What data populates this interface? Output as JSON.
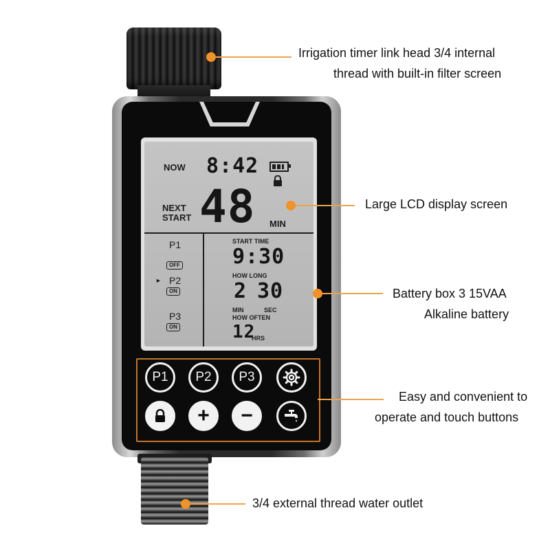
{
  "lcd": {
    "now_label": "NOW",
    "now_time": "8:42",
    "next_label_1": "NEXT",
    "next_label_2": "START",
    "next_value": "48",
    "next_unit": "MIN",
    "programs": [
      {
        "label": "P1",
        "state": "OFF"
      },
      {
        "label": "P2",
        "state": "ON"
      },
      {
        "label": "P3",
        "state": "ON"
      }
    ],
    "selected_marker": "►",
    "start_time_label": "START TIME",
    "start_time_value": "9:30",
    "how_long_label": "HOW LONG",
    "how_long_min": "2",
    "how_long_sec": "30",
    "min_label": "MIN",
    "sec_label": "SEC",
    "how_often_label": "HOW OFTEN",
    "how_often_value": "12",
    "how_often_unit": "HRS",
    "icons": [
      "battery-icon",
      "lock-icon"
    ]
  },
  "buttons": {
    "row1": [
      {
        "label": "P1"
      },
      {
        "label": "P2"
      },
      {
        "label": "P3"
      },
      {
        "icon": "gear-icon"
      }
    ],
    "row2": [
      {
        "icon": "lock-icon"
      },
      {
        "label": "+"
      },
      {
        "label": "−"
      },
      {
        "icon": "faucet-icon"
      }
    ]
  },
  "callouts": {
    "inlet": {
      "line1": "Irrigation timer link head 3/4 internal",
      "line2": "thread with built-in filter screen"
    },
    "lcd": {
      "line1": "Large LCD display screen"
    },
    "battery": {
      "line1": "Battery box 3 15VAA",
      "line2": "Alkaline battery"
    },
    "buttons": {
      "line1": "Easy and convenient to",
      "line2": "operate and touch buttons"
    },
    "outlet": {
      "line1": "3/4 external thread water outlet"
    }
  },
  "colors": {
    "accent": "#f0922a",
    "lcd_bg": "#bcbcbc",
    "body": "#0b0b0b"
  }
}
